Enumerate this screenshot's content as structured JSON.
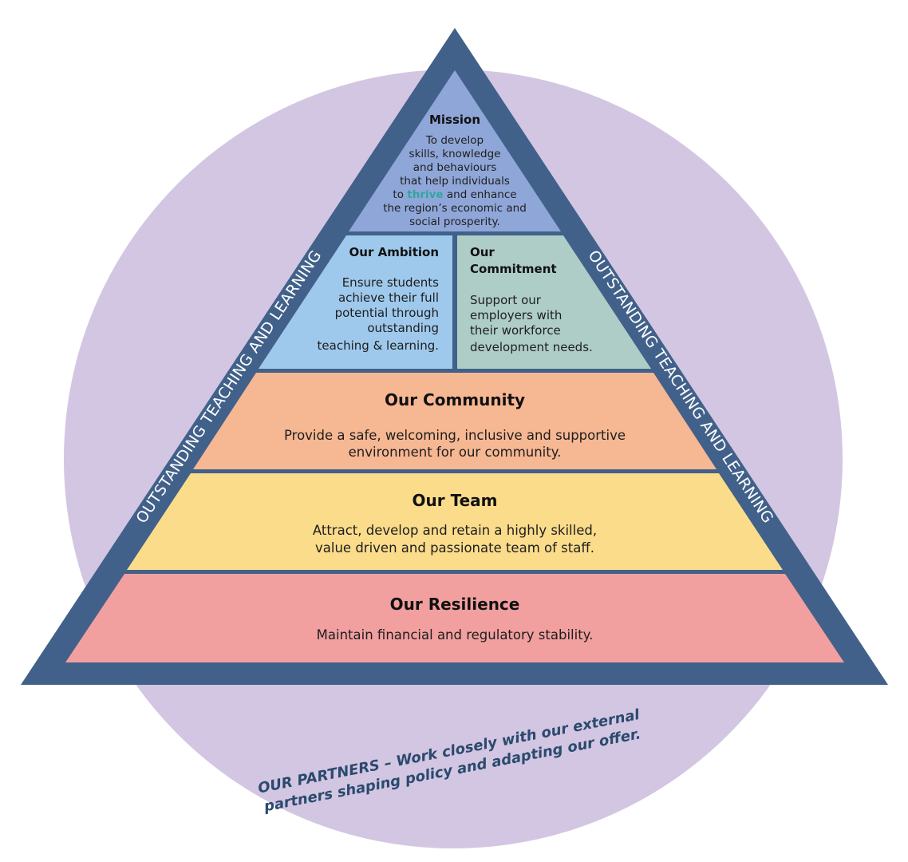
{
  "colors": {
    "background": "#ffffff",
    "circle": "#d3c6e2",
    "frame": "#41618a",
    "mission": "#8fa6d8",
    "ambition": "#9ec9ec",
    "commitment": "#aecdc7",
    "community": "#f6b793",
    "team": "#fbdc8b",
    "resilience": "#f29f9f",
    "thrive": "#2ea6a0",
    "partners_text": "#2a4a6e"
  },
  "side_label_left": "OUTSTANDING TEACHING AND LEARNING",
  "side_label_right": "OUTSTANDING TEACHING AND LEARNING",
  "mission": {
    "title": "Mission",
    "lines": [
      "To develop",
      "skills, knowledge",
      "and behaviours",
      "that help individuals"
    ],
    "line5_before": "to ",
    "line5_highlight": "thrive",
    "line5_after": " and enhance",
    "lines_after": [
      "the region’s economic and",
      "social prosperity."
    ]
  },
  "ambition": {
    "title": "Our Ambition",
    "lines": [
      "Ensure students",
      "achieve their full",
      "potential through",
      "outstanding",
      "teaching & learning."
    ]
  },
  "commitment": {
    "title_lines": [
      "Our",
      "Commitment"
    ],
    "lines": [
      "Support our",
      "employers with",
      "their workforce",
      "development needs."
    ]
  },
  "community": {
    "title": "Our Community",
    "lines": [
      "Provide a safe, welcoming, inclusive and supportive",
      "environment for our community."
    ]
  },
  "team": {
    "title": "Our Team",
    "lines": [
      "Attract, develop and retain a highly skilled,",
      "value driven and passionate team of staff."
    ]
  },
  "resilience": {
    "title": "Our Resilience",
    "lines": [
      "Maintain financial and regulatory stability."
    ]
  },
  "partners": {
    "lines": [
      "OUR PARTNERS – Work closely with our external",
      "partners shaping policy and adapting our offer."
    ]
  }
}
